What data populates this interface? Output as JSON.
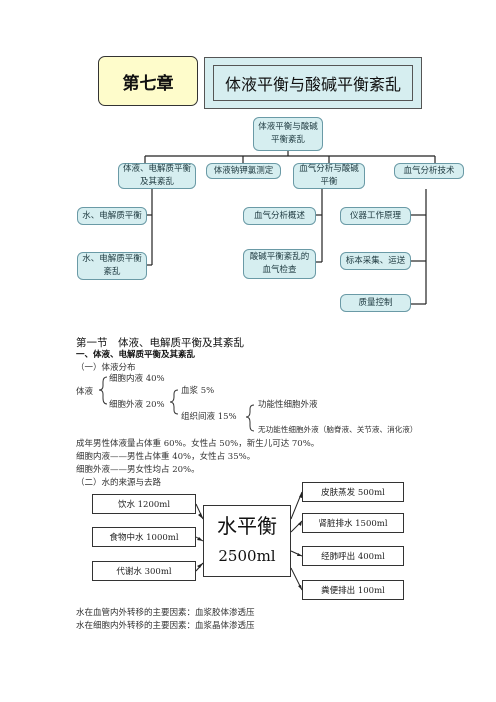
{
  "header": {
    "chapter_label": "第七章",
    "chapter_title": "体液平衡与酸碱平衡紊乱"
  },
  "mindmap": {
    "root": "体液平衡与酸碱平衡紊乱",
    "branch_1": "体液、电解质平衡及其紊乱",
    "branch_2": "体液钠钾氯测定",
    "branch_3": "血气分析与酸碱平衡",
    "branch_4": "血气分析技术",
    "b1_child_1": "水、电解质平衡",
    "b1_child_2": "水、电解质平衡紊乱",
    "b3_child_1": "血气分析概述",
    "b3_child_2": "酸碱平衡紊乱的血气检查",
    "b4_child_1": "仪器工作原理",
    "b4_child_2": "标本采集、运送",
    "b4_child_3": "质量控制"
  },
  "section": {
    "title": "第一节　体液、电解质平衡及其紊乱",
    "subtitle": "一、体液、电解质平衡及其紊乱",
    "item_1": "（一）体液分布",
    "body_fluid": "体液",
    "intracellular": "细胞内液 40%",
    "extracellular": "细胞外液 20%",
    "plasma": "血浆 5%",
    "interstitial": "组织间液 15%",
    "functional": "功能性细胞外液",
    "nonfunctional": "无功能性细胞外液（脑脊液、关节液、消化液）",
    "note_1": "成年男性体液量占体重 60%。女性占 50%，新生儿可达 70%。",
    "note_2": "细胞内液——男性占体重 40%，女性占 35%。",
    "note_3": "细胞外液——男女性均占 20%。",
    "item_2": "（二）水的来源与去路"
  },
  "water_balance": {
    "center_title": "水平衡",
    "center_value": "2500ml",
    "sources": [
      "饮水 1200ml",
      "食物中水 1000ml",
      "代谢水 300ml"
    ],
    "outputs": [
      "皮肤蒸发 500ml",
      "肾脏排水 1500ml",
      "经肺呼出 400ml",
      "粪便排出 100ml"
    ]
  },
  "footer": {
    "line_1": "水在血管内外转移的主要因素：血浆胶体渗透压",
    "line_2": "水在细胞内外转移的主要因素：血浆晶体渗透压"
  }
}
